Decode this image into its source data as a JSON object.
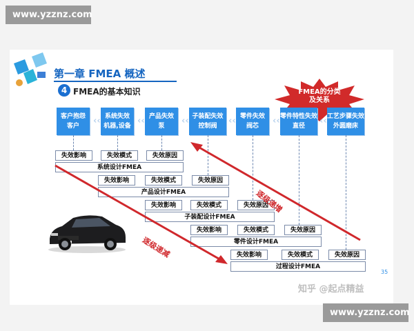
{
  "watermark_top": "www.yzznz.com",
  "watermark_bottom": "www.yzznz.com",
  "slide": {
    "title": "第一章 FMEA 概述",
    "section_number": "4",
    "subtitle": "FMEA的基本知识",
    "callout_line1": "FMEA的分类",
    "callout_line2": "及关系",
    "top_boxes": [
      {
        "line1": "客户抱怨",
        "line2": "客户"
      },
      {
        "line1": "系统失效",
        "line2": "机器,设备"
      },
      {
        "line1": "产品失效",
        "line2": "泵"
      },
      {
        "line1": "子装配失效",
        "line2": "控制阀"
      },
      {
        "line1": "零件失效",
        "line2": "阀芯"
      },
      {
        "line1": "零件特性失效",
        "line2": "直径"
      },
      {
        "line1": "工艺步骤失效",
        "line2": "外圆磨床"
      }
    ],
    "rows": [
      {
        "effect": "失效影响",
        "mode": "失效模式",
        "cause": "失效原因",
        "name": "系统设计FMEA"
      },
      {
        "effect": "失效影响",
        "mode": "失效模式",
        "cause": "失效原因",
        "name": "产品设计FMEA"
      },
      {
        "effect": "失效影响",
        "mode": "失效模式",
        "cause": "失效原因",
        "name": "子装配设计FMEA"
      },
      {
        "effect": "失效影响",
        "mode": "失效模式",
        "cause": "失效原因",
        "name": "零件设计FMEA"
      },
      {
        "effect": "失效影响",
        "mode": "失效模式",
        "cause": "失效原因",
        "name": "过程设计FMEA"
      }
    ],
    "arrow_up_label": "逐级递增",
    "arrow_down_label": "逐级递减",
    "page_number": "35",
    "credit": "知乎 @起点精益"
  },
  "colors": {
    "accent_blue": "#2f8fe6",
    "arrow_red": "#d0282c",
    "burst_red": "#d12a2a"
  }
}
